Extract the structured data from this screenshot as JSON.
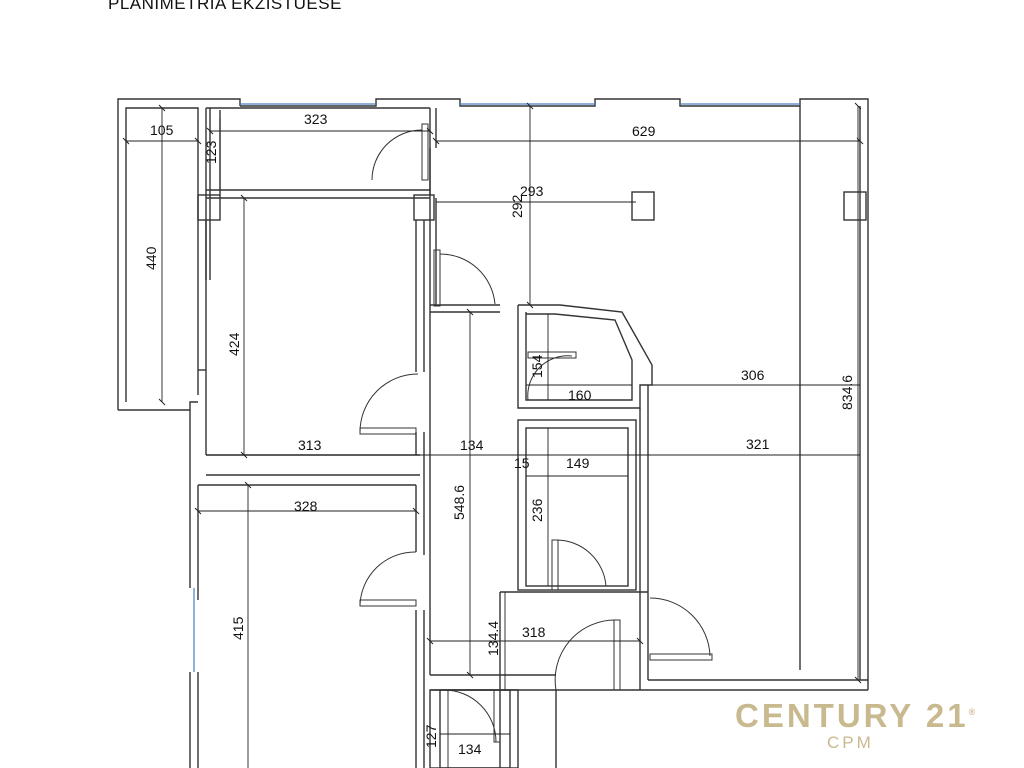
{
  "title": "PLANIMETRIA EKZISTUESE",
  "logo": {
    "brand": "CENTURY 21",
    "registered": "®",
    "sub": "CPM"
  },
  "dimensions": [
    "105",
    "323",
    "629",
    "123",
    "293",
    "292",
    "440",
    "424",
    "154",
    "160",
    "306",
    "834.6",
    "313",
    "134",
    "15",
    "149",
    "321",
    "328",
    "548.6",
    "236",
    "318",
    "134.4",
    "415",
    "127",
    "134"
  ],
  "colors": {
    "walls": "#333333",
    "windows": "#4a7fc0",
    "logo": "#c9b98f"
  }
}
